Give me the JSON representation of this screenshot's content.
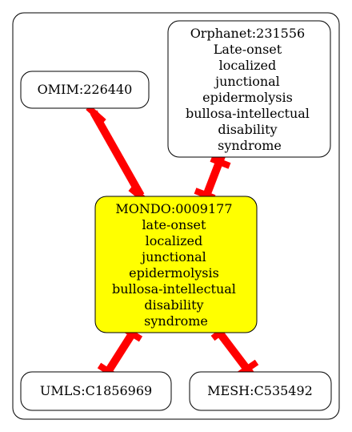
{
  "colors": {
    "edge": "#ff0000",
    "center_fill": "#ffff00",
    "node_fill": "#ffffff",
    "stroke": "#000000"
  },
  "nodes": {
    "mondo": {
      "lines": [
        "MONDO:0009177",
        "late-onset",
        "localized",
        "junctional",
        "epidermolysis",
        "bullosa-intellectual",
        "disability",
        "syndrome"
      ]
    },
    "orphanet": {
      "lines": [
        "Orphanet:231556",
        "Late-onset",
        "localized",
        "junctional",
        "epidermolysis",
        "bullosa-intellectual",
        "disability",
        "syndrome"
      ]
    },
    "omim": {
      "lines": [
        "OMIM:226440"
      ]
    },
    "umls": {
      "lines": [
        "UMLS:C1856969"
      ]
    },
    "mesh": {
      "lines": [
        "MESH:C535492"
      ]
    }
  },
  "edges": [
    {
      "from": "omim",
      "to": "mondo"
    },
    {
      "from": "orphanet",
      "to": "mondo"
    },
    {
      "from": "mondo",
      "to": "umls"
    },
    {
      "from": "mondo",
      "to": "mesh"
    }
  ]
}
